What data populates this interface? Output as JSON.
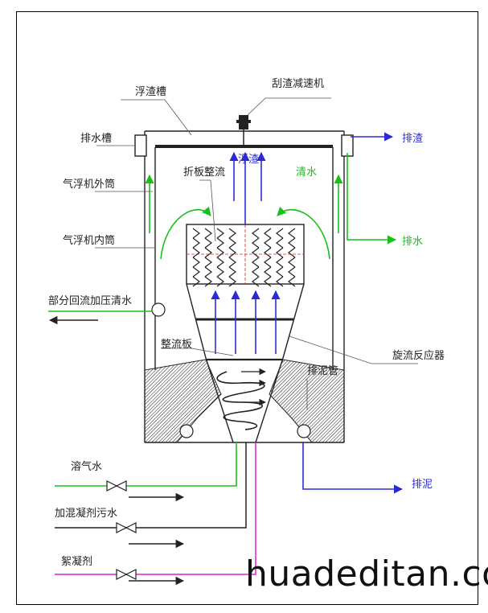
{
  "labels": {
    "scum_trough": "浮渣槽",
    "scraper_motor": "刮渣减速机",
    "drain_trough": "排水槽",
    "scum_discharge": "排渣",
    "baffle_rectifier": "折板整流",
    "scum_up": "浮渣",
    "clear_water": "清水",
    "outer_cylinder": "气浮机外筒",
    "inner_cylinder": "气浮机内筒",
    "water_discharge": "排水",
    "recycle_water": "部分回流加压清水",
    "rectifier_plate": "整流板",
    "swirl_reactor": "旋流反应器",
    "sludge_pipe": "排泥管",
    "sludge_discharge": "排泥",
    "dissolved_air_water": "溶气水",
    "coagulant_sewage": "加混凝剂污水",
    "flocculant": "絮凝剂"
  },
  "watermark": "huadeditan.co",
  "colors": {
    "line": "#222222",
    "blue": "#2b2bd6",
    "green": "#19c019",
    "magenta": "#e020c8",
    "red": "#e02020"
  }
}
